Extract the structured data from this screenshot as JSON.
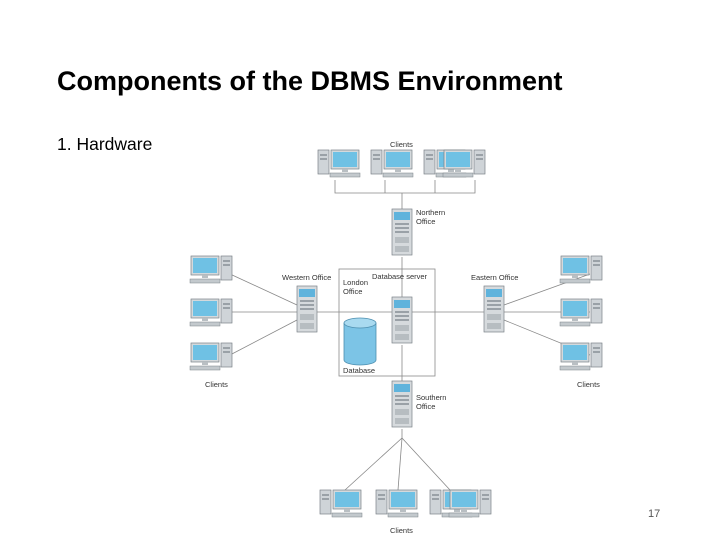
{
  "slide": {
    "title": "Components of the DBMS Environment",
    "bullet": "1. Hardware",
    "page_number": "17"
  },
  "diagram": {
    "labels": {
      "clients": "Clients",
      "northern_office": [
        "Northern",
        "Office"
      ],
      "western_office": "Western Office",
      "london_office": [
        "London",
        "Office"
      ],
      "database_server": "Database server",
      "eastern_office": "Eastern Office",
      "database": "Database",
      "southern_office": [
        "Southern",
        "Office"
      ]
    },
    "colors": {
      "monitor_screen": "#6fc1e4",
      "case": "#cfd4d8",
      "server_accent": "#5fb3dc",
      "cylinder": "#7cc4e6",
      "line": "#888888",
      "box": "#8a8a8a"
    }
  }
}
